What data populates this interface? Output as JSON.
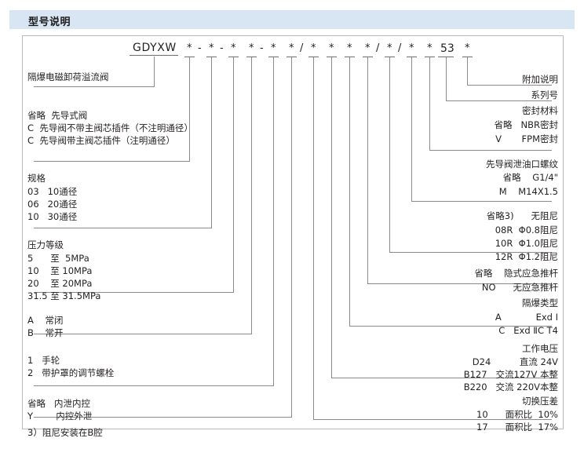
{
  "header": {
    "title": "型号说明"
  },
  "model_code": {
    "brand": "GDYXW",
    "tokens": [
      "*",
      "-",
      "*",
      "-",
      "*",
      "*",
      "-",
      "*",
      "*",
      "/",
      "*",
      "*",
      "*",
      "*",
      "/",
      "*",
      "/",
      "*",
      "*",
      "53",
      "*"
    ],
    "series_number_value": "53"
  },
  "left_groups": [
    {
      "name": "product-name",
      "lines": [
        "隔爆电磁卸荷溢流阀"
      ]
    },
    {
      "name": "pilot-type",
      "lines": [
        "省略  先导式阀",
        "C  先导阀不带主阀芯插件（不注明通径）",
        "C  先导阀带主阀芯插件（注明通径）"
      ]
    },
    {
      "name": "specification",
      "title": "规格",
      "lines": [
        "03   10通径",
        "06   20通径",
        "10   30通径"
      ]
    },
    {
      "name": "pressure-rating",
      "title": "压力等级",
      "lines": [
        "5      至  5MPa",
        "10    至 10MPa",
        "20    至 20MPa",
        "31.5 至 31.5MPa"
      ]
    },
    {
      "name": "normal-state",
      "lines": [
        "A    常闭",
        "B    常开"
      ]
    },
    {
      "name": "adjust-type",
      "lines": [
        "1   手轮",
        "2   带护罩的调节螺栓"
      ]
    },
    {
      "name": "drain-control",
      "lines": [
        "省略   内泄内控",
        "Y        内控外泄"
      ]
    }
  ],
  "footnote": "3）阻尼安装在B腔",
  "right_groups": [
    {
      "name": "additional-note",
      "lines": [
        "附加说明"
      ]
    },
    {
      "name": "series-number",
      "lines": [
        "系列号"
      ]
    },
    {
      "name": "seal-material",
      "title": "密封材料",
      "lines": [
        "省略   NBR密封",
        "V       FPM密封"
      ]
    },
    {
      "name": "pilot-drain-thread",
      "title": "先导阀泄油口螺纹",
      "lines": [
        "省略    G1/4\"",
        "M    M14X1.5"
      ]
    },
    {
      "name": "damping",
      "lines": [
        "省略3)      无阻尼",
        "08R  Φ0.8阻尼",
        "10R  Φ1.0阻尼",
        "12R  Φ1.2阻尼"
      ],
      "footnote_marker": "3）"
    },
    {
      "name": "emergency-push-rod",
      "lines": [
        "省略    隐式应急推杆",
        "NO      无应急推杆"
      ]
    },
    {
      "name": "explosion-proof-type",
      "title": "隔爆类型",
      "lines": [
        "A            Exd Ⅰ",
        "C   Exd ⅡC T4"
      ]
    },
    {
      "name": "working-voltage",
      "title": "工作电压",
      "lines": [
        "D24          直流 24V",
        "B127   交流127V 本整",
        "B220   交流 220V本整"
      ]
    },
    {
      "name": "switch-pressure-diff",
      "title": "切换压差",
      "lines": [
        "10      面积比  10%",
        "17      面积比  17%"
      ]
    }
  ],
  "colors": {
    "title_band": "#d7e6f2",
    "line": "#8a8a8a",
    "text": "#231f20",
    "frame": "#b9b9b9"
  }
}
